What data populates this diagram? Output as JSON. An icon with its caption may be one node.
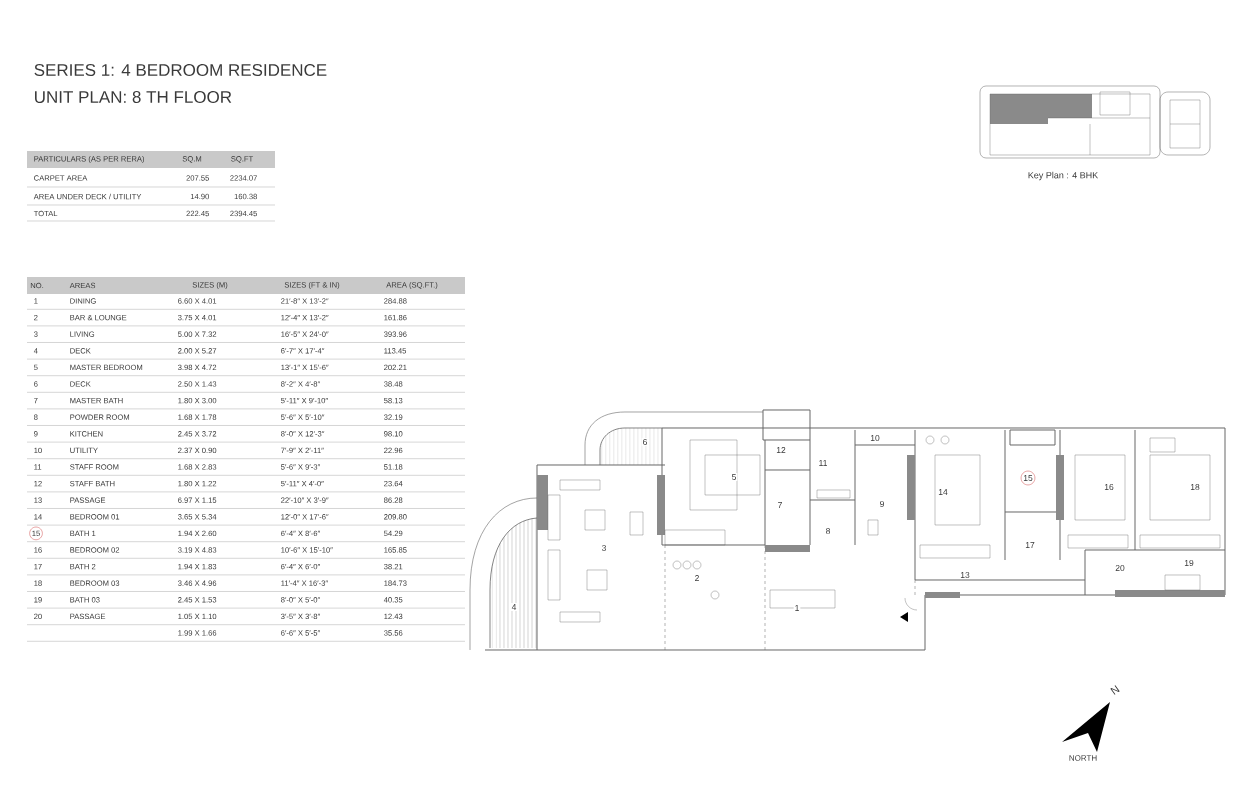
{
  "diagram": {
    "title": "SERIES 1: 4 BEDROOM RESIDENCE",
    "labels": [
      "UNIT PLAN: 8 TH FLOOR",
      "PARTICULARS (AS PER RERA)",
      "SQ.M",
      "SQ.FT",
      "CARPET AREA",
      "207.55",
      "2234.07",
      "AREA UNDER DECK / UTILITY",
      "14.90",
      "160.38",
      "TOTAL",
      "222.45",
      "2394.45",
      "NO.",
      "AREAS",
      "SIZES (M)",
      "SIZES (FT & IN)",
      "AREA (SQ.FT.)",
      "1",
      "DINING",
      "6.60 X 4.01",
      "21′-8″ X 13′-2″",
      "284.88",
      "2",
      "BAR & LOUNGE",
      "3.75 X 4.01",
      "12′-4″ X 13′-2″",
      "161.86",
      "3",
      "LIVING",
      "5.00 X 7.32",
      "16′-5″ X 24′-0″",
      "393.96",
      "4",
      "DECK",
      "2.00 X 5.27",
      "6′-7″ X 17′-4″",
      "113.45",
      "5",
      "MASTER BEDROOM",
      "3.98 X 4.72",
      "13′-1″ X 15′-6″",
      "202.21",
      "6",
      "DECK",
      "2.50 X 1.43",
      "8′-2″ X 4′-8″",
      "38.48",
      "7",
      "MASTER BATH",
      "1.80 X 3.00",
      "5′-11″ X 9′-10″",
      "58.13",
      "8",
      "POWDER ROOM",
      "1.68 X 1.78",
      "5′-6″ X 5′-10″",
      "32.19",
      "9",
      "KITCHEN",
      "2.45 X 3.72",
      "8′-0″ X 12′-3″",
      "98.10",
      "10",
      "UTILITY",
      "2.37 X 0.90",
      "7′-9″ X 2′-11″",
      "22.96",
      "11",
      "STAFF ROOM",
      "1.68 X 2.83",
      "5′-6″ X 9′-3″",
      "51.18",
      "12",
      "STAFF BATH",
      "1.80 X 1.22",
      "5′-11″ X 4′-0″",
      "23.64",
      "13",
      "PASSAGE",
      "6.97 X 1.15",
      "22′-10″ X 3′-9″",
      "86.28",
      "14",
      "BEDROOM 01",
      "3.65 X 5.34",
      "12′-0″ X 17′-6″",
      "209.80",
      "15",
      "BATH 1",
      "1.94 X 2.60",
      "6′-4″ X 8′-6″",
      "54.29",
      "16",
      "BEDROOM 02",
      "3.19 X 4.83",
      "10′-6″ X 15′-10″",
      "165.85",
      "17",
      "BATH 2",
      "1.94 X 1.83",
      "6′-4″ X 6′-0″",
      "38.21",
      "18",
      "BEDROOM 03",
      "3.46 X 4.96",
      "11′-4″ X 16′-3″",
      "184.73",
      "19",
      "BATH 03",
      "2.45 X 1.53",
      "8′-0″ X 5′-0″",
      "40.35",
      "20",
      "PASSAGE",
      "1.05 X 1.10",
      "3′-5″ X 3′-8″",
      "12.43",
      "1.99 X 1.66",
      "6′-6″ X 5′-5″",
      "35.56",
      "Key Plan : 4 BHK",
      "1",
      "2",
      "3",
      "4",
      "5",
      "6",
      "7",
      "8",
      "9",
      "10",
      "11",
      "12",
      "13",
      "14",
      "15",
      "16",
      "17",
      "18",
      "19",
      "20",
      "N",
      "NORTH"
    ]
  }
}
